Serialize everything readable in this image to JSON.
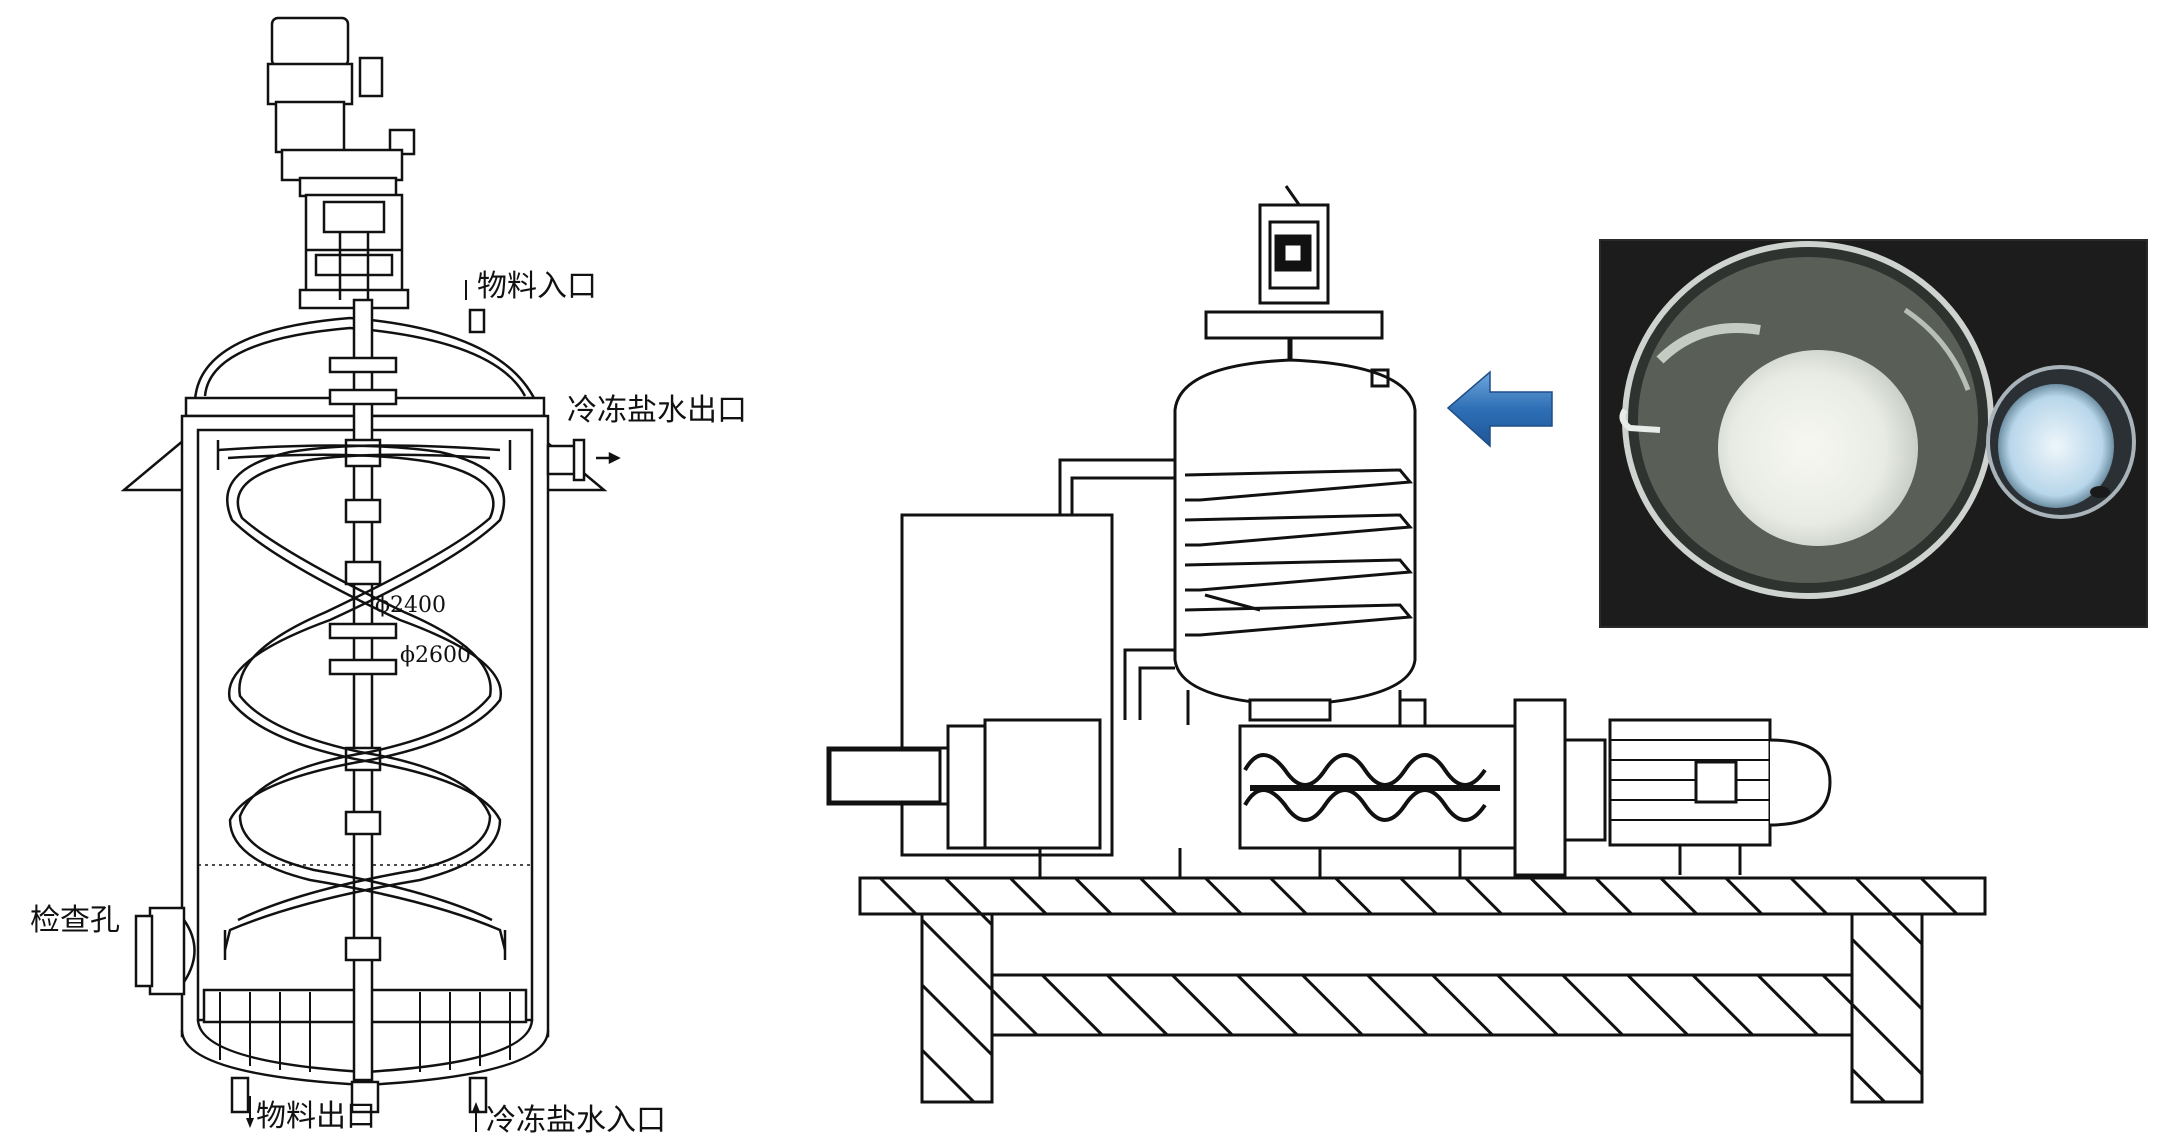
{
  "left_drawing": {
    "labels": {
      "material_inlet": "物料入口",
      "brine_outlet": "冷冻盐水出口",
      "inspection_hole": "检查孔",
      "material_outlet": "物料出口",
      "brine_inlet": "冷冻盐水入口"
    },
    "dimensions": {
      "inner_diameter": "ϕ2400",
      "outer_diameter": "ϕ2600"
    }
  },
  "arrow": {
    "color": "#2e6fb5",
    "direction": "left",
    "icon": "arrow-left-icon"
  },
  "photo": {
    "icon": "beaker-photo-icon",
    "background": "#1c1c1c"
  }
}
